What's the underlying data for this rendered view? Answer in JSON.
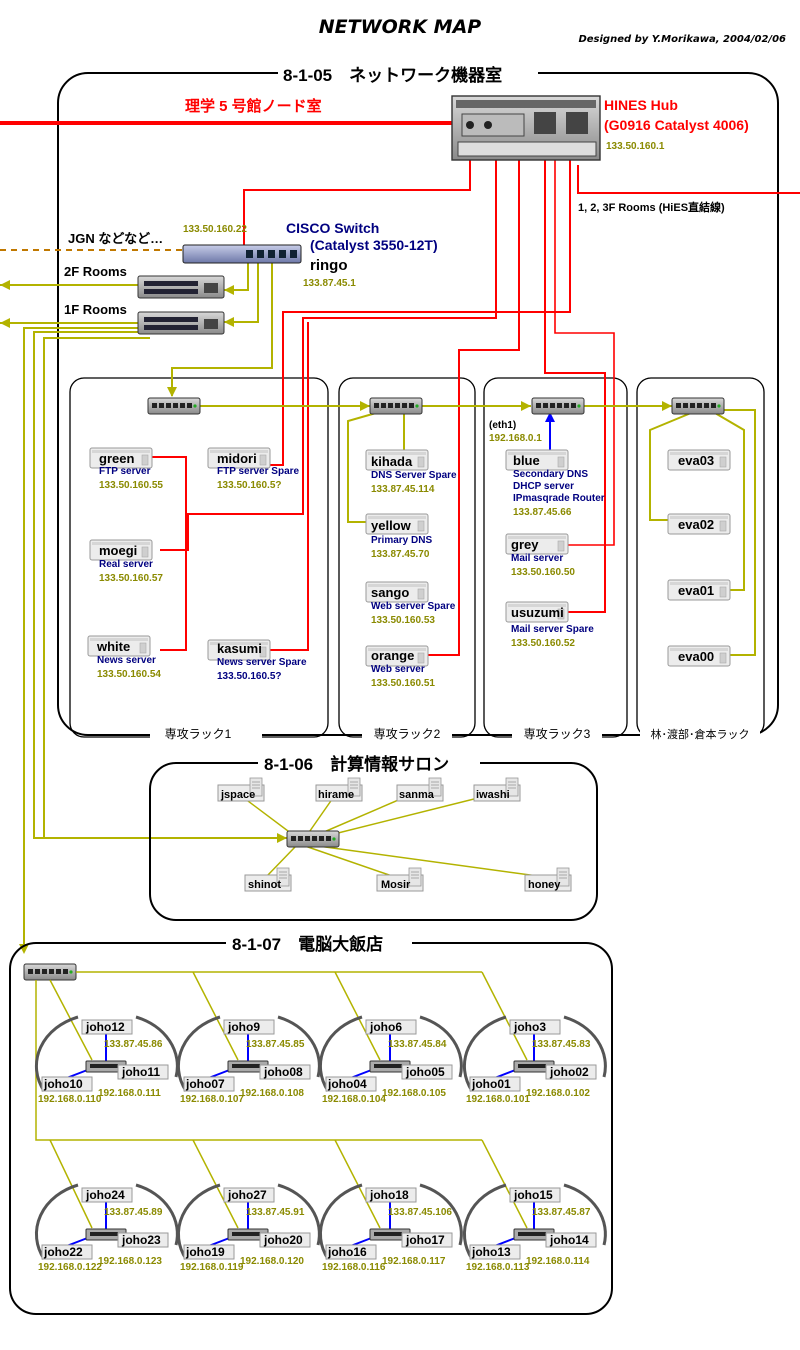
{
  "header": {
    "title": "NETWORK MAP",
    "credit": "Designed by Y.Morikawa, 2004/02/06"
  },
  "colors": {
    "red": "#ff0000",
    "olive": "#b3b300",
    "ip": "#8a8a00",
    "navy": "#000080",
    "blue": "#0000ff",
    "orange": "#c07800",
    "ring": "#555555"
  },
  "rooms": {
    "machine_room": {
      "title": "8-1-05　ネットワーク機器室",
      "node_room": "理学 5 号館ノード室",
      "hines_name": "HINES Hub",
      "hines_model": "(G0916 Catalyst 4006)",
      "hines_ip": "133.50.160.1",
      "hines_link": "1, 2, 3F Rooms (HiES直結線)",
      "cisco_name": "CISCO Switch",
      "cisco_model": "(Catalyst 3550-12T)",
      "cisco_host": "ringo",
      "cisco_ip_top": "133.50.160.22",
      "cisco_ip_bottom": "133.87.45.1",
      "jgn": "JGN などなど…",
      "rooms_2f": "2F Rooms",
      "rooms_1f": "1F Rooms",
      "rack_labels": [
        "専攻ラック1",
        "専攻ラック2",
        "専攻ラック3",
        "林･渡部･倉本ラック"
      ],
      "eth1": "(eth1)",
      "eth1_ip": "192.168.0.1"
    },
    "salon": {
      "title": "8-1-06　計算情報サロン",
      "hosts": [
        "jspace",
        "hirame",
        "sanma",
        "iwashi",
        "shinot",
        "Mosir",
        "honey"
      ]
    },
    "restaurant": {
      "title": "8-1-07　電脳大飯店"
    }
  },
  "servers": [
    {
      "name": "green",
      "role": "FTP server",
      "ip": "133.50.160.55"
    },
    {
      "name": "midori",
      "role": "FTP server Spare",
      "ip": "133.50.160.5?"
    },
    {
      "name": "moegi",
      "role": "Real server",
      "ip": "133.50.160.57"
    },
    {
      "name": "white",
      "role": "News server",
      "ip": "133.50.160.54"
    },
    {
      "name": "kasumi",
      "role": "News server Spare",
      "ip": "133.50.160.5?"
    },
    {
      "name": "kihada",
      "role": "DNS Server Spare",
      "ip": "133.87.45.114"
    },
    {
      "name": "yellow",
      "role": "Primary DNS",
      "ip": "133.87.45.70"
    },
    {
      "name": "sango",
      "role": "Web server Spare",
      "ip": "133.50.160.53"
    },
    {
      "name": "orange",
      "role": "Web server",
      "ip": "133.50.160.51"
    },
    {
      "name": "blue",
      "role1": "Secondary DNS",
      "role2": "DHCP server",
      "role3": "IPmasqrade Router",
      "ip": "133.87.45.66"
    },
    {
      "name": "grey",
      "role": "Mail server",
      "ip": "133.50.160.50"
    },
    {
      "name": "usuzumi",
      "role": "Mail server Spare",
      "ip": "133.50.160.52"
    },
    {
      "name": "eva03"
    },
    {
      "name": "eva02"
    },
    {
      "name": "eva01"
    },
    {
      "name": "eva00"
    }
  ],
  "clusters": [
    {
      "top": "joho12",
      "top_ip": "133.87.45.86",
      "left": "joho10",
      "left_ip": "192.168.0.110",
      "right": "joho11",
      "right_ip": "192.168.0.111"
    },
    {
      "top": "joho9",
      "top_ip": "133.87.45.85",
      "left": "joho07",
      "left_ip": "192.168.0.107",
      "right": "joho08",
      "right_ip": "192.168.0.108"
    },
    {
      "top": "joho6",
      "top_ip": "133.87.45.84",
      "left": "joho04",
      "left_ip": "192.168.0.104",
      "right": "joho05",
      "right_ip": "192.168.0.105"
    },
    {
      "top": "joho3",
      "top_ip": "133.87.45.83",
      "left": "joho01",
      "left_ip": "192.168.0.101",
      "right": "joho02",
      "right_ip": "192.168.0.102"
    },
    {
      "top": "joho24",
      "top_ip": "133.87.45.89",
      "left": "joho22",
      "left_ip": "192.168.0.122",
      "right": "joho23",
      "right_ip": "192.168.0.123"
    },
    {
      "top": "joho27",
      "top_ip": "133.87.45.91",
      "left": "joho19",
      "left_ip": "192.168.0.119",
      "right": "joho20",
      "right_ip": "192.168.0.120"
    },
    {
      "top": "joho18",
      "top_ip": "133.87.45.106",
      "left": "joho16",
      "left_ip": "192.168.0.116",
      "right": "joho17",
      "right_ip": "192.168.0.117"
    },
    {
      "top": "joho15",
      "top_ip": "133.87.45.87",
      "left": "joho13",
      "left_ip": "192.168.0.113",
      "right": "joho14",
      "right_ip": "192.168.0.114"
    }
  ]
}
